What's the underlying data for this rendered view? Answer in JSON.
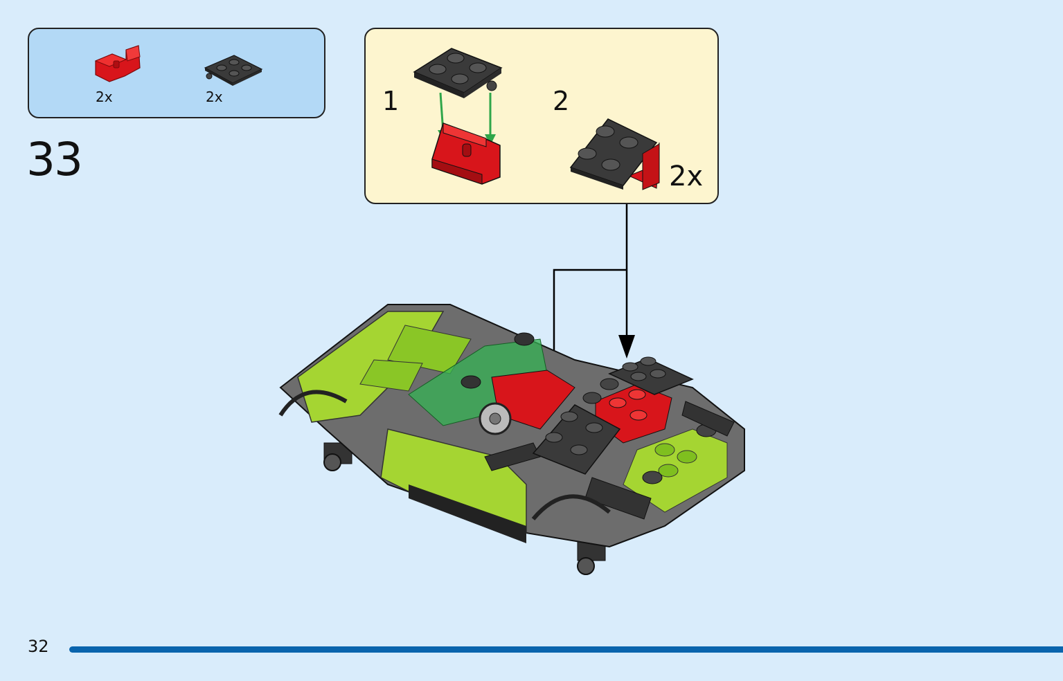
{
  "parts_list": {
    "items": [
      {
        "icon": "red-bracket-icon",
        "quantity": "2x"
      },
      {
        "icon": "black-plate-2x2-pin-icon",
        "quantity": "2x"
      }
    ]
  },
  "step": {
    "number": "33"
  },
  "sub_assembly": {
    "steps": [
      {
        "number": "1"
      },
      {
        "number": "2"
      }
    ],
    "multiplier": "2x"
  },
  "page": {
    "number": "32"
  },
  "colors": {
    "background": "#d9ecfb",
    "parts_box": "#b3d9f6",
    "sub_box": "#fdf5cf",
    "brick_red": "#d8151b",
    "brick_black": "#3a3a3a",
    "lime": "#a5d532",
    "page_bar": "#0a64ad"
  }
}
